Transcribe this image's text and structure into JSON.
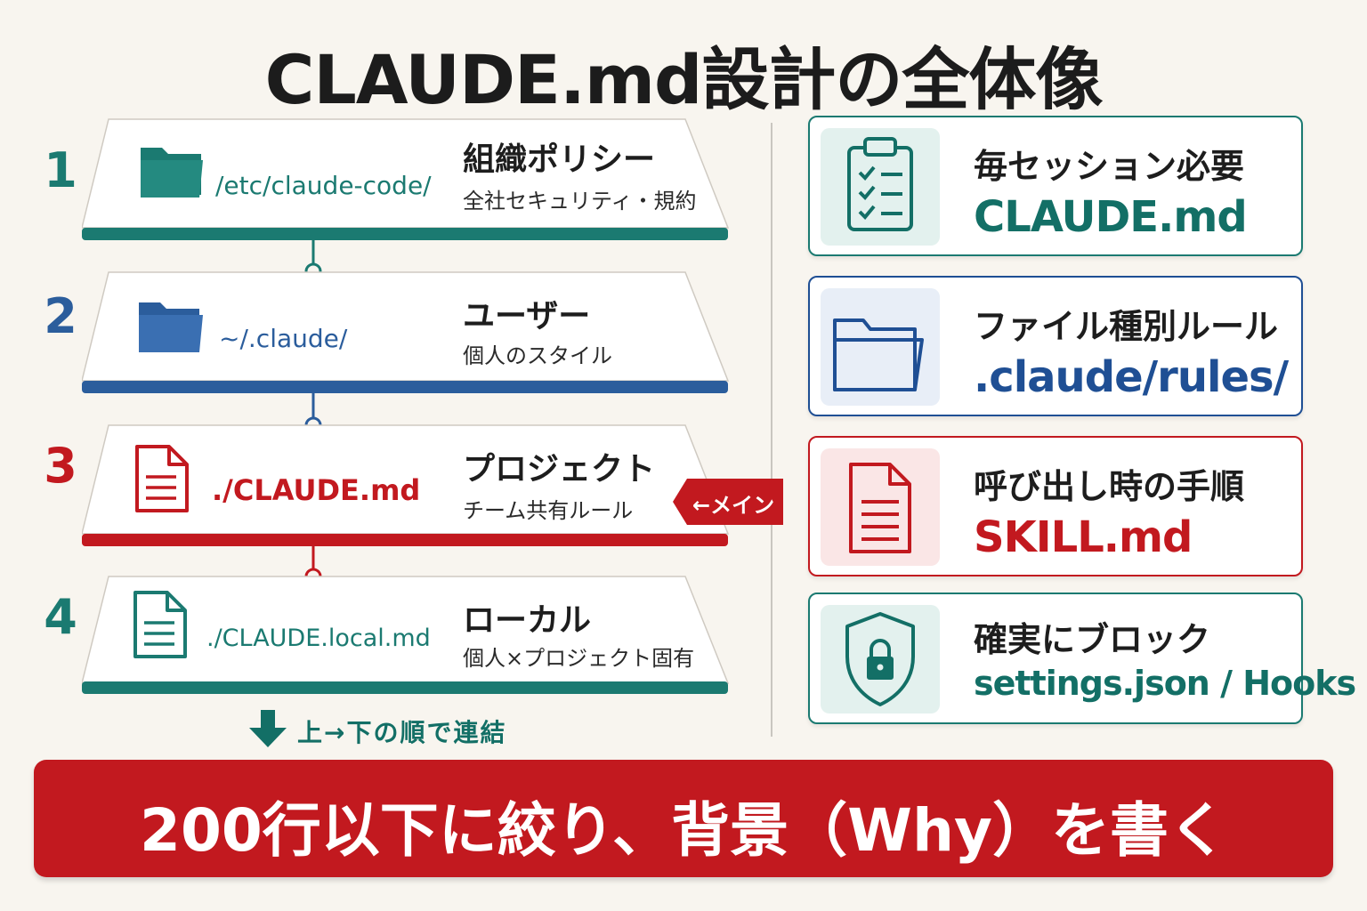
{
  "title": "CLAUDE.md設計の全体像",
  "layers": [
    {
      "number": "1",
      "path": "/etc/claude-code/",
      "name": "組織ポリシー",
      "description": "全社セキュリティ・規約",
      "color": "#1b7a71",
      "icon": "folder-icon"
    },
    {
      "number": "2",
      "path": "~/.claude/",
      "name": "ユーザー",
      "description": "個人のスタイル",
      "color": "#2b5d9c",
      "icon": "folder-icon"
    },
    {
      "number": "3",
      "path": "./CLAUDE.md",
      "name": "プロジェクト",
      "description": "チーム共有ルール",
      "color": "#c2191f",
      "icon": "document-icon"
    },
    {
      "number": "4",
      "path": "./CLAUDE.local.md",
      "name": "ローカル",
      "description": "個人×プロジェクト固有",
      "color": "#1b7a71",
      "icon": "document-icon"
    }
  ],
  "main_tag": "←メイン",
  "order_note": "上→下の順で連結",
  "cards": [
    {
      "label": "毎セッション必要",
      "file": "CLAUDE.md",
      "color": "#136f66",
      "icon": "checklist-icon"
    },
    {
      "label": "ファイル種別ルール",
      "file": ".claude/rules/",
      "color": "#1f4f94",
      "icon": "folder-icon"
    },
    {
      "label": "呼び出し時の手順",
      "file": "SKILL.md",
      "color": "#c2191f",
      "icon": "document-icon"
    },
    {
      "label": "確実にブロック",
      "file": "settings.json / Hooks",
      "color": "#136f66",
      "icon": "shield-lock-icon"
    }
  ],
  "banner": "200行以下に絞り、背景（Why）を書く"
}
